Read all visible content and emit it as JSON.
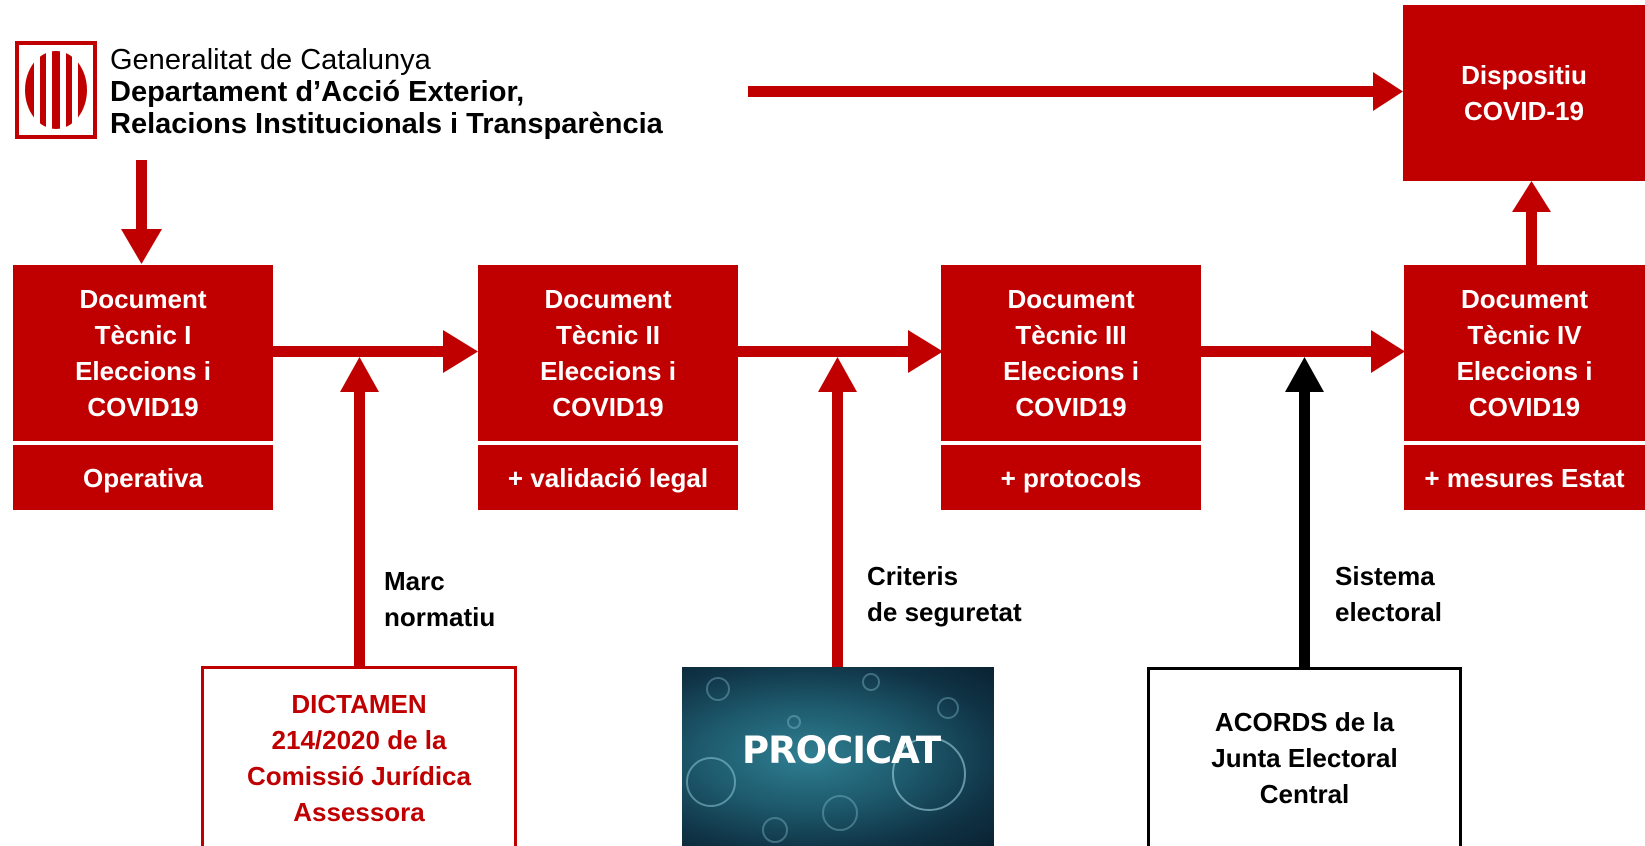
{
  "header": {
    "line1": "Generalitat de Catalunya",
    "line2": "Departament d’Acció Exterior,",
    "line3": "Relacions Institucionals i Transparència",
    "logo_icon": "senyera-shield-icon"
  },
  "dispositiu": {
    "line1": "Dispositiu",
    "line2": "COVID-19"
  },
  "documents": [
    {
      "line1": "Document",
      "line2": "Tècnic I",
      "line3": "Eleccions i",
      "line4": "COVID19",
      "sub": "Operativa"
    },
    {
      "line1": "Document",
      "line2": "Tècnic II",
      "line3": "Eleccions i",
      "line4": "COVID19",
      "sub": "+ validació legal"
    },
    {
      "line1": "Document",
      "line2": "Tècnic III",
      "line3": "Eleccions i",
      "line4": "COVID19",
      "sub": "+ protocols"
    },
    {
      "line1": "Document",
      "line2": "Tècnic IV",
      "line3": "Eleccions i",
      "line4": "COVID19",
      "sub": "+ mesures Estat"
    }
  ],
  "inputs": [
    {
      "label_line1": "Marc",
      "label_line2": "normatiu",
      "source_lines": [
        "DICTAMEN",
        "214/2020 de la",
        "Comissió Jurídica",
        "Assessora"
      ]
    },
    {
      "label_line1": "Criteris",
      "label_line2": "de seguretat",
      "source_text": "PROCICAT"
    },
    {
      "label_line1": "Sistema",
      "label_line2": "electoral",
      "source_lines": [
        "ACORDS de la",
        "Junta Electoral",
        "Central"
      ]
    }
  ],
  "colors": {
    "brand_red": "#c00000",
    "black": "#000000",
    "white": "#ffffff"
  }
}
